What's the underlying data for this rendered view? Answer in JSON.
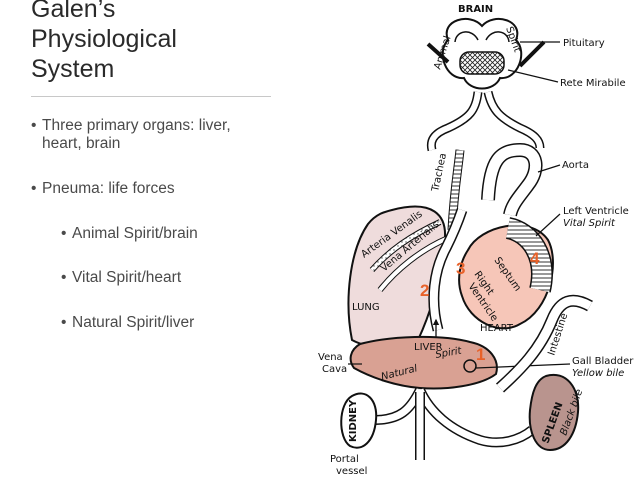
{
  "slide": {
    "title_lines": [
      "Galen’s",
      "Physiological",
      "System"
    ],
    "bullets": [
      {
        "line1": "Three primary organs: liver,",
        "line2": "heart, brain"
      },
      {
        "line1": "Pneuma: life forces"
      },
      {
        "line1": "Animal Spirit/brain"
      },
      {
        "line1": "Vital Spirit/heart"
      },
      {
        "line1": "Natural Spirit/liver"
      }
    ],
    "bullet_glyph": "•"
  },
  "figure": {
    "labels": {
      "brain": "BRAIN",
      "animal": "Animal",
      "spirit": "Spirit",
      "pituitary": "Pituitary",
      "rete": "Rete Mirabile",
      "aorta": "Aorta",
      "trachea": "Trachea",
      "arteria_venalis": "Arteria Venalis",
      "vena_arterialis": "Vena Arterialis",
      "lung": "LUNG",
      "left_ventricle": "Left Ventricle",
      "vital_spirit": "Vital Spirit",
      "septum": "Septum",
      "right_ventricle_1": "Right",
      "right_ventricle_2": "Ventricle",
      "heart": "HEART",
      "liver": "LIVER",
      "natural": "Natural",
      "liver_spirit": "Spirit",
      "intestine": "Intestine",
      "vena_cava_1": "Vena",
      "vena_cava_2": "Cava",
      "gall_bladder": "Gall Bladder",
      "yellow_bile": "Yellow bile",
      "kidney": "KIDNEY",
      "spleen": "SPLEEN",
      "black_bile": "Black bile",
      "portal_1": "Portal",
      "portal_2": "vessel"
    },
    "numbers": [
      "1",
      "2",
      "3",
      "4"
    ],
    "colors": {
      "lung": "#efdcdc",
      "heart": "#f6c6b8",
      "liver": "#d9a193",
      "spleen": "#b9948e",
      "numbers": "#e8622a"
    }
  }
}
